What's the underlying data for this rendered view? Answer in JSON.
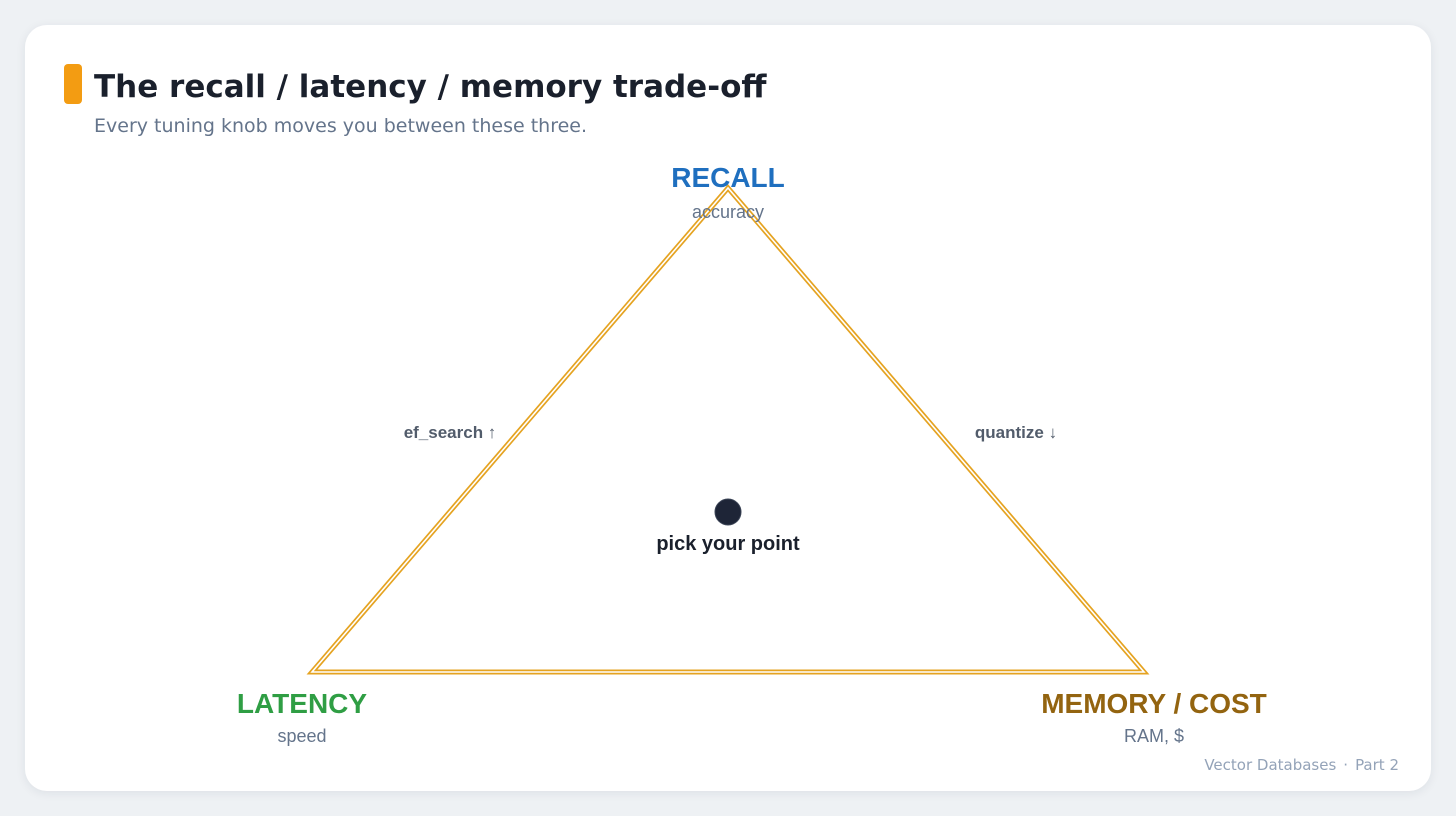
{
  "header": {
    "title": "The recall / latency / memory trade-off",
    "subtitle": "Every tuning knob moves you between these three.",
    "accent_color": "#f39c12"
  },
  "diagram": {
    "vertices": {
      "recall": {
        "label": "RECALL",
        "sublabel": "accuracy",
        "color": "#1f6fbf"
      },
      "latency": {
        "label": "LATENCY",
        "sublabel": "speed",
        "color": "#2f9e44"
      },
      "memory": {
        "label": "MEMORY / COST",
        "sublabel": "RAM, $",
        "color": "#936410"
      }
    },
    "edges": {
      "left": "ef_search ↑",
      "right": "quantize ↓"
    },
    "center": {
      "label": "pick your point"
    },
    "triangle_color": "#e5a321",
    "dot_color": "#1e2537",
    "sublabel_color": "#64748b",
    "edge_label_color": "#525c6b"
  },
  "footer": {
    "deck": "Vector Databases",
    "separator": "·",
    "part": "Part 2"
  }
}
